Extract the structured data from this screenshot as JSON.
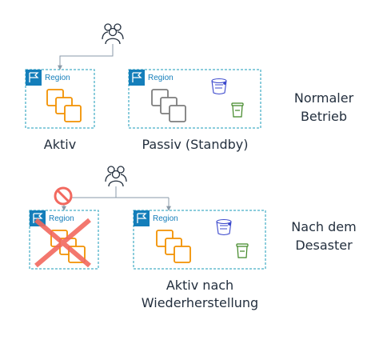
{
  "region_label": "Region",
  "scenarios": [
    {
      "name": "normal",
      "state_label": [
        "Normaler",
        "Betrieb"
      ],
      "primary_caption": "Aktiv",
      "secondary_caption": "Passiv (Standby)"
    },
    {
      "name": "disaster",
      "state_label": [
        "Nach dem",
        "Desaster"
      ],
      "primary_caption": "",
      "secondary_caption_line1": "Aktiv nach",
      "secondary_caption_line2": "Wiederherstellung"
    }
  ],
  "colors": {
    "region_border": "#1a9bb8",
    "region_flag_bg": "#147eba",
    "active_compute": "#f29100",
    "standby_compute": "#7d7d7d",
    "storage_icon": "#3b48cc",
    "database_icon": "#3f8624",
    "connector": "#8a9aa8",
    "failure": "#f2695f",
    "text": "#232f3e"
  },
  "icons": {
    "users": "users-icon",
    "flag": "region-flag-icon",
    "compute": "ec2-instances-icon",
    "storage": "s3-bucket-icon",
    "database": "database-icon",
    "prohibited": "prohibited-icon",
    "failure": "failure-cross-icon"
  }
}
